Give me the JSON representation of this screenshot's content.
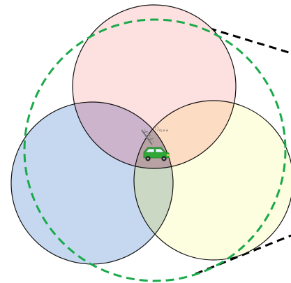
{
  "diagram": {
    "circles": [
      {
        "name": "top",
        "fill": "#fde0e0"
      },
      {
        "name": "left",
        "fill": "#c6d8f0"
      },
      {
        "name": "right",
        "fill": "#fdfde0"
      }
    ],
    "overlaps": {
      "top_left": "#cbb4cc",
      "top_right": "#fddcc4",
      "left_right": "#cbd8c4",
      "center": "#b9a2a4"
    },
    "stroke_color": "#111111",
    "coverage_circle_color": "#1aaa4a",
    "beam_line_color": "#000000",
    "vehicle_color": "#2fa838",
    "tower_label": "ɱ ʍ ʍ"
  }
}
